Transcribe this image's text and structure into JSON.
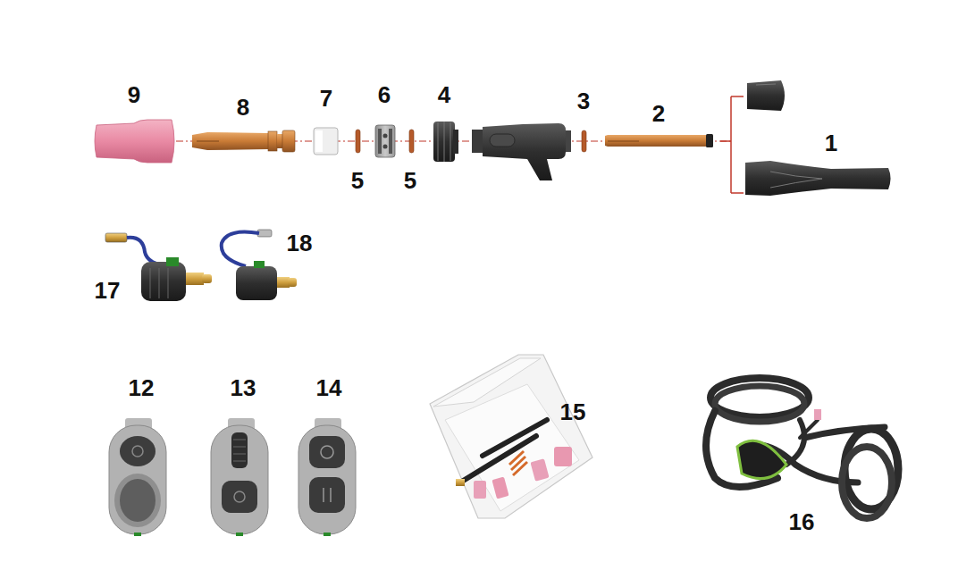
{
  "diagram": {
    "labels": [
      "9",
      "8",
      "7",
      "6",
      "4",
      "3",
      "2",
      "1",
      "5",
      "5",
      "18",
      "17",
      "12",
      "13",
      "14",
      "15",
      "16"
    ]
  }
}
